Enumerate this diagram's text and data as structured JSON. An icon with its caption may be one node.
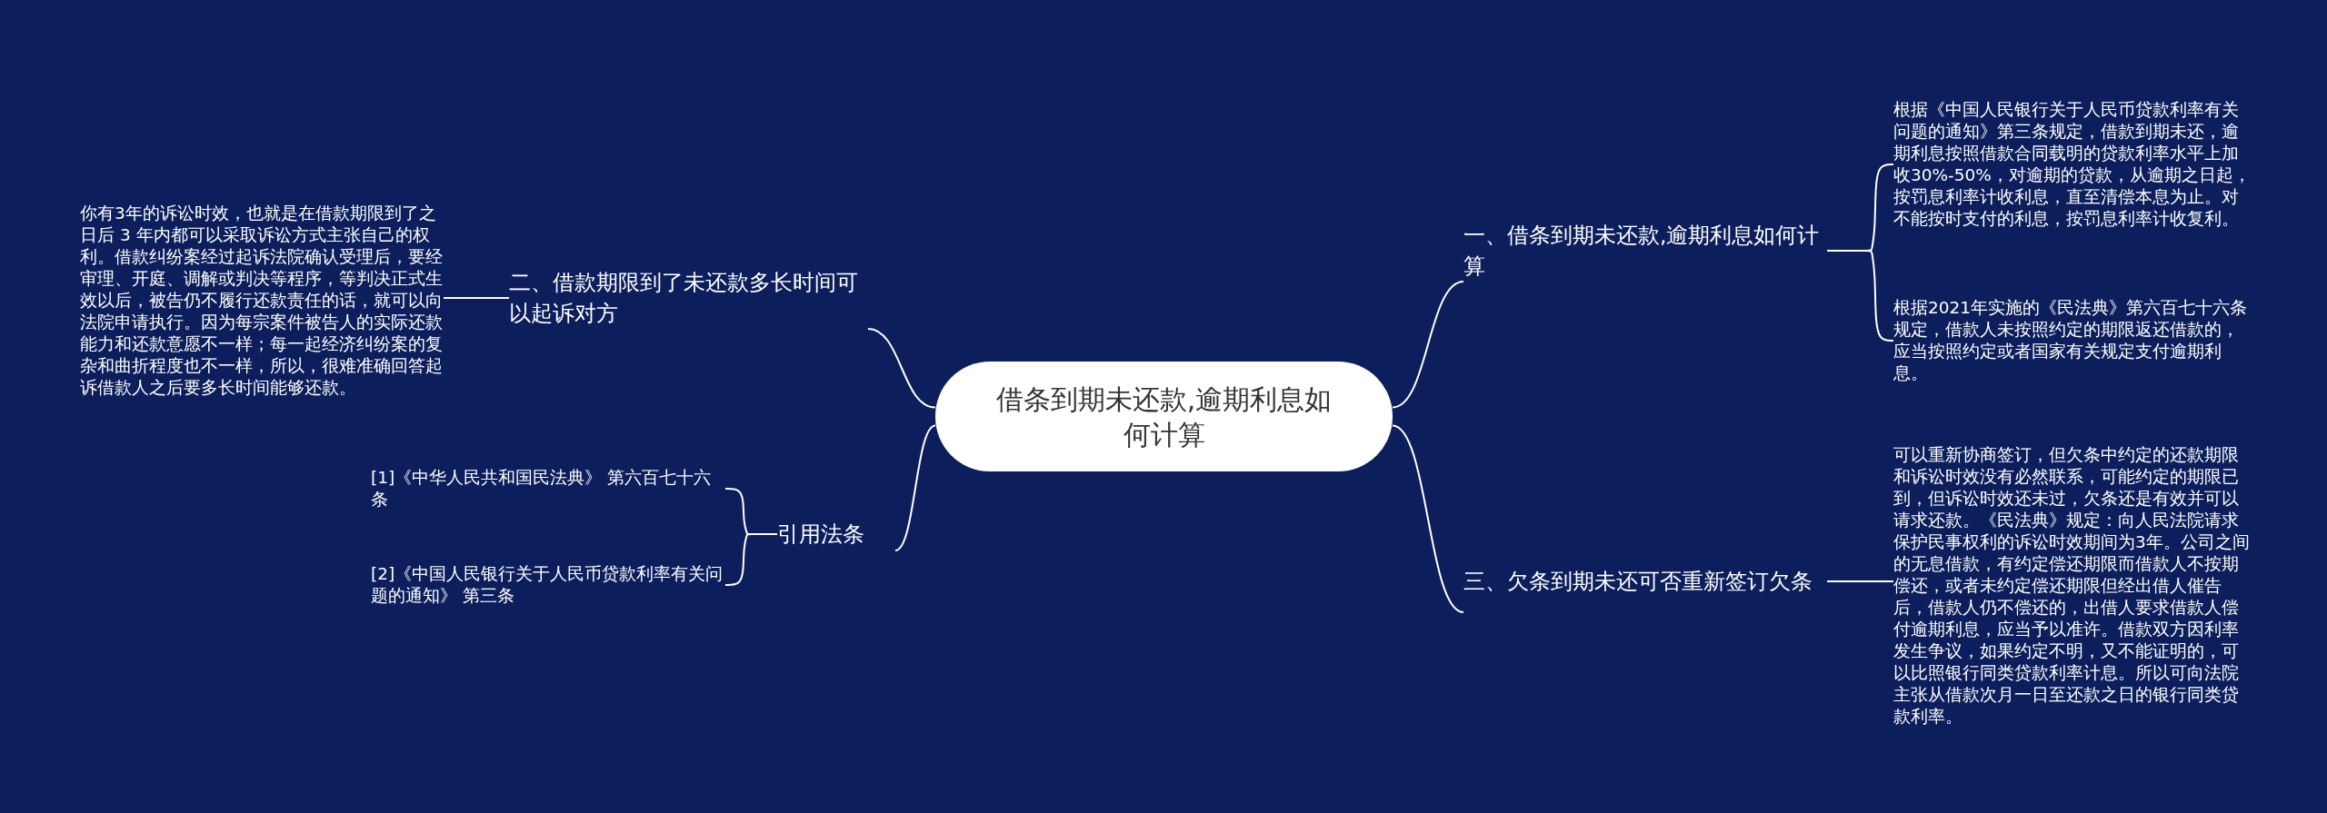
{
  "diagram": {
    "nodes": [
      {
        "text": [
          "借条到期未还款,逾期利息如何计算"
        ]
      },
      {
        "text": [
          "一、借条到期未还款,逾期利息如何计算"
        ]
      },
      {
        "text": [
          "根据《中国人民银行关于人民币贷款利率有关问题的通知》第三条规定，借款到期未还，逾期利息按照借款合同载明的贷款利率水平上加收30%-50%，对逾期的贷款，从逾期之日起，按罚息利率计收利息，直至清偿本息为止。对不能按时支付的利息，按罚息利率计收复利。"
        ]
      },
      {
        "text": [
          "根据2021年实施的《民法典》第六百七十六条规定，借款人未按照约定的期限返还借款的，应当按照约定或者国家有关规定支付逾期利息。"
        ]
      },
      {
        "text": [
          "二、借款期限到了未还款多长时间可以起诉对方"
        ]
      },
      {
        "text": [
          "你有3年的诉讼时效，也就是在借款期限到了之日后 3 年内都可以采取诉讼方式主张自己的权利。借款纠纷案经过起诉法院确认受理后，要经审理、开庭、调解或判决等程序，等判决正式生效以后，被告仍不履行还款责任的话，就可以向法院申请执行。因为每宗案件被告人的实际还款能力和还款意愿不一样；每一起经济纠纷案的复杂和曲折程度也不一样，所以，很难准确回答起诉借款人之后要多长时间能够还款。"
        ]
      },
      {
        "text": [
          "引用法条"
        ]
      },
      {
        "text": [
          "[1]《中华人民共和国民法典》 第六百七十六条"
        ]
      },
      {
        "text": [
          "[2]《中国人民银行关于人民币贷款利率有关问题的通知》 第三条"
        ]
      },
      {
        "text": [
          "三、欠条到期未还可否重新签订欠条"
        ]
      },
      {
        "text": [
          "可以重新协商签订，但欠条中约定的还款期限和诉讼时效没有必然联系，可能约定的期限已到，但诉讼时效还未过，欠条还是有效并可以请求还款。《民法典》规定：向人民法院请求保护民事权利的诉讼时效期间为3年。公司之间的无息借款，有约定偿还期限而借款人不按期偿还，或者未约定偿还期限但经出借人催告后，借款人仍不偿还的，出借人要求借款人偿付逾期利息，应当予以准许。借款双方因利率发生争议，如果约定不明，又不能证明的，可以比照银行同类贷款利率计息。所以可向法院主张从借款次月一日至还款之日的银行同类贷款利率。"
        ]
      }
    ],
    "edges": [
      {
        "from": 0,
        "to": 1,
        "arrow": "none"
      },
      {
        "from": 1,
        "to": 2,
        "arrow": "none"
      },
      {
        "from": 1,
        "to": 3,
        "arrow": "none"
      },
      {
        "from": 0,
        "to": 4,
        "arrow": "none"
      },
      {
        "from": 4,
        "to": 5,
        "arrow": "none"
      },
      {
        "from": 0,
        "to": 6,
        "arrow": "none"
      },
      {
        "from": 6,
        "to": 7,
        "arrow": "none"
      },
      {
        "from": 6,
        "to": 8,
        "arrow": "none"
      },
      {
        "from": 0,
        "to": 9,
        "arrow": "none"
      },
      {
        "from": 9,
        "to": 10,
        "arrow": "none"
      }
    ]
  }
}
